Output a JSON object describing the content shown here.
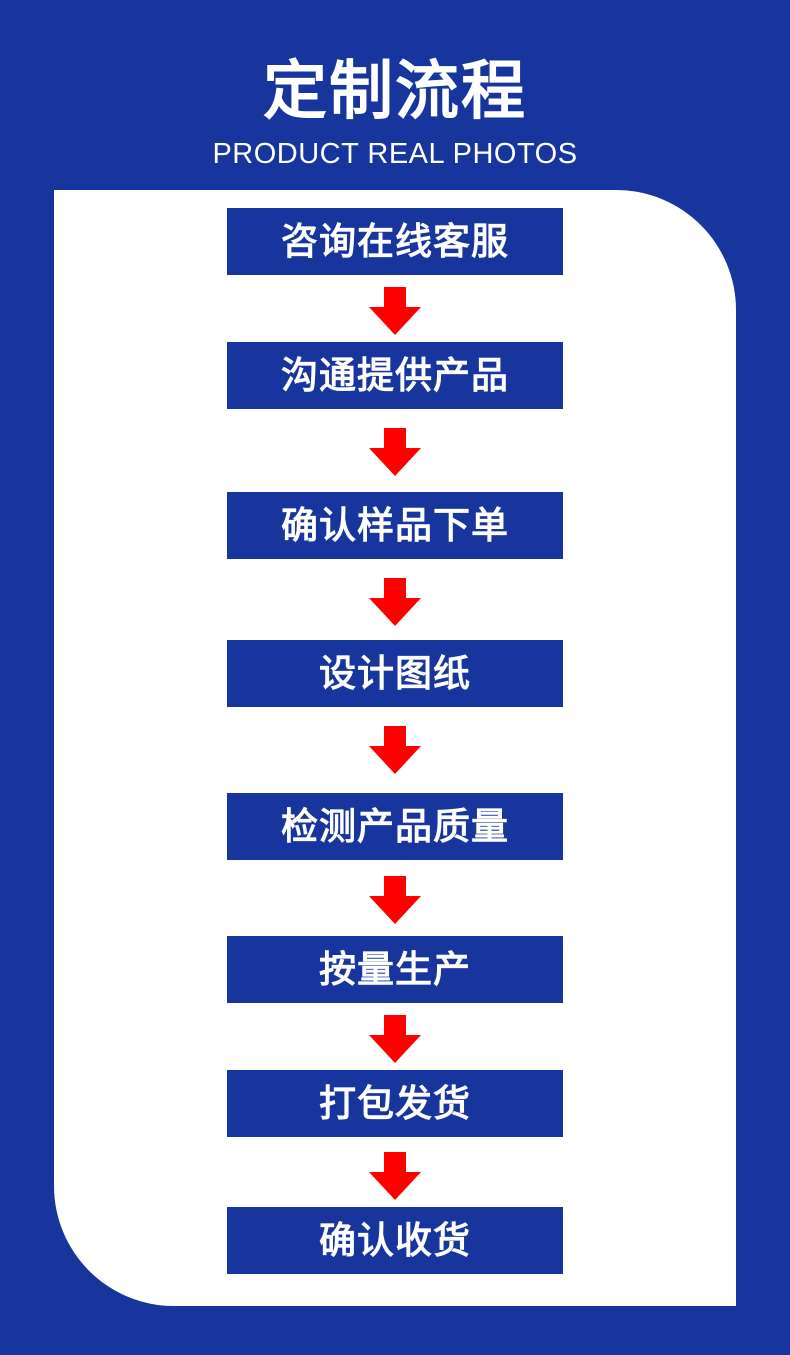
{
  "header": {
    "title": "定制流程",
    "subtitle": "PRODUCT REAL PHOTOS"
  },
  "steps": [
    {
      "label": "咨询在线客服"
    },
    {
      "label": "沟通提供产品"
    },
    {
      "label": "确认样品下单"
    },
    {
      "label": "设计图纸"
    },
    {
      "label": "检测产品质量"
    },
    {
      "label": "按量生产"
    },
    {
      "label": "打包发货"
    },
    {
      "label": "确认收货"
    }
  ],
  "colors": {
    "background": "#17359d",
    "panel": "#ffffff",
    "step_box": "#17359d",
    "step_text": "#ffffff",
    "arrow": "#ff0000"
  },
  "icons": {
    "connector": "arrow-down-icon"
  }
}
